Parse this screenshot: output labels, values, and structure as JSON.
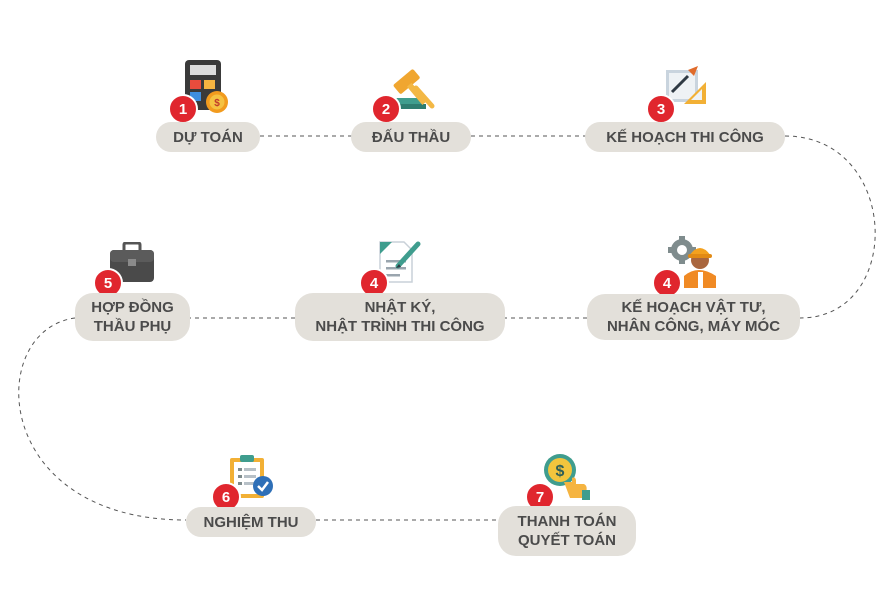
{
  "steps": [
    {
      "number": "1",
      "lines": [
        "DỰ TOÁN"
      ],
      "icon": "calculator-icon"
    },
    {
      "number": "2",
      "lines": [
        "ĐẤU THẦU"
      ],
      "icon": "gavel-icon"
    },
    {
      "number": "3",
      "lines": [
        "KẾ HOẠCH THI CÔNG"
      ],
      "icon": "drafting-plan-icon"
    },
    {
      "number": "4",
      "lines": [
        "KẾ HOẠCH VẬT TƯ,",
        "NHÂN CÔNG, MÁY MÓC"
      ],
      "icon": "worker-gear-icon"
    },
    {
      "number": "4",
      "lines": [
        "NHẬT KÝ,",
        "NHẬT TRÌNH THI CÔNG"
      ],
      "icon": "document-pen-icon"
    },
    {
      "number": "5",
      "lines": [
        "HỢP ĐỒNG",
        "THẦU PHỤ"
      ],
      "icon": "briefcase-icon"
    },
    {
      "number": "6",
      "lines": [
        "NGHIỆM THU"
      ],
      "icon": "checklist-clipboard-icon"
    },
    {
      "number": "7",
      "lines": [
        "THANH TOÁN",
        "QUYẾT TOÁN"
      ],
      "icon": "coin-hand-icon"
    }
  ],
  "colors": {
    "pill": "#e3e0da",
    "badge": "#e0262e",
    "text": "#4b4b4b",
    "connector": "#555555"
  }
}
